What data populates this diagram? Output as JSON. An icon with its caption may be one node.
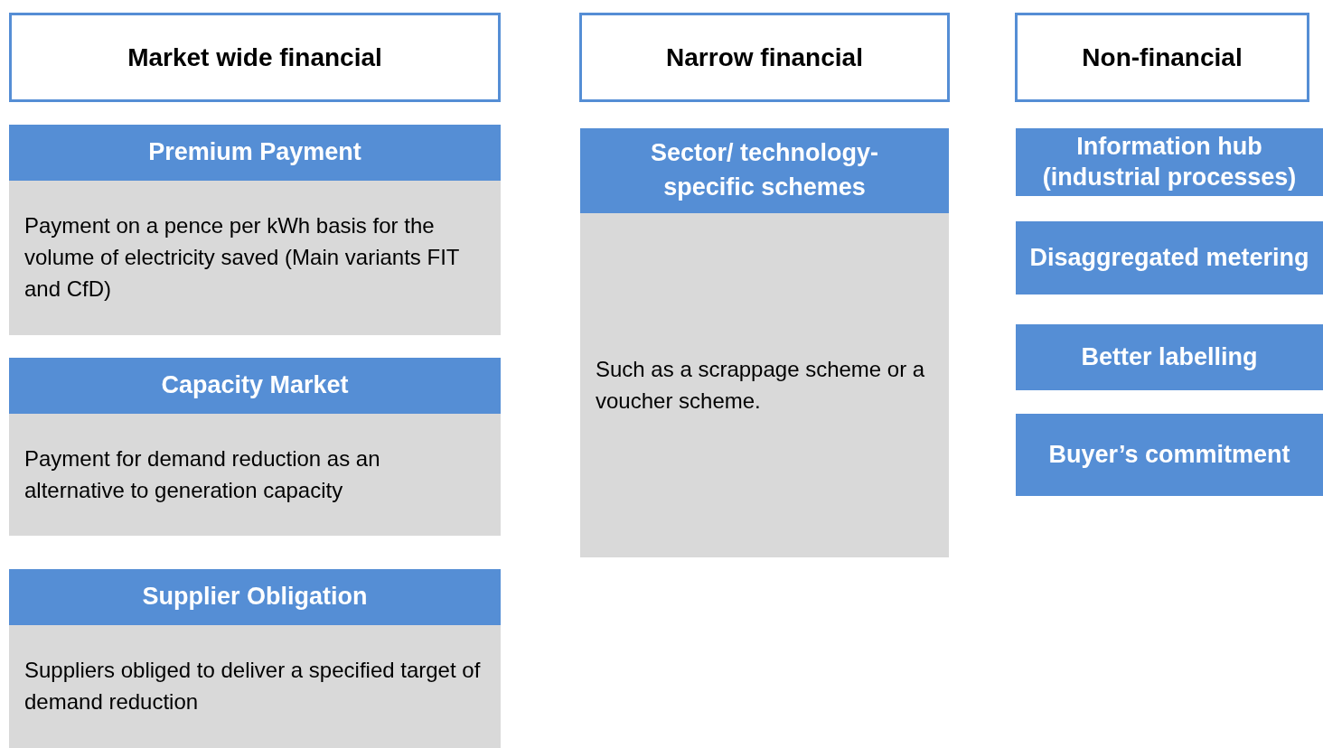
{
  "diagram": {
    "nodes": [
      {
        "text": [
          "Market wide financial"
        ]
      },
      {
        "text": [
          "Premium Payment",
          "Payment on a pence per kWh basis for the volume of electricity saved (Main variants FIT and CfD)"
        ]
      },
      {
        "text": [
          "Capacity Market",
          "Payment for demand reduction as an alternative to generation capacity"
        ]
      },
      {
        "text": [
          "Supplier Obligation",
          "Suppliers obliged to deliver a specified target of demand reduction"
        ]
      },
      {
        "text": [
          "Narrow financial"
        ]
      },
      {
        "text": [
          "Sector/ technology-specific schemes",
          "Such as a scrappage scheme or a voucher scheme."
        ]
      },
      {
        "text": [
          "Non-financial"
        ]
      },
      {
        "text": [
          "Information hub (industrial processes)"
        ]
      },
      {
        "text": [
          "Disaggregated metering"
        ]
      },
      {
        "text": [
          "Better labelling"
        ]
      },
      {
        "text": [
          "Buyer’s commitment"
        ]
      }
    ]
  }
}
